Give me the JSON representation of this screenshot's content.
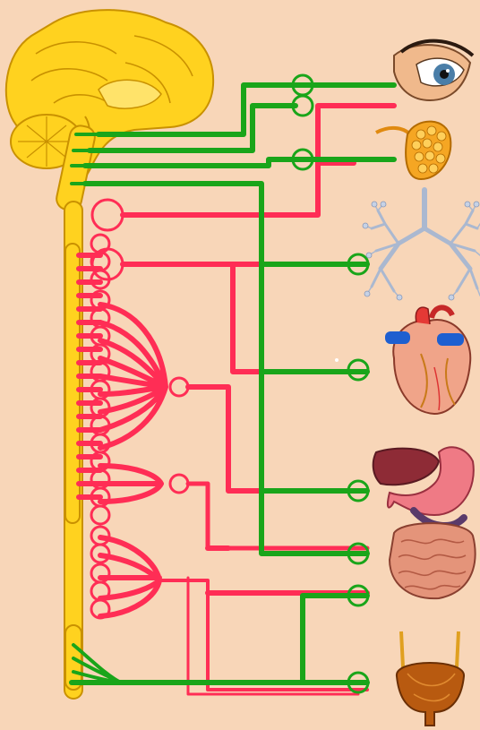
{
  "colors": {
    "background": "#f8d6b8",
    "parasympathetic": "#1aa51a",
    "sympathetic": "#ff2d55",
    "spinal_cord": "#f5c518",
    "ganglion_chain": "#f7d51f"
  },
  "organs": [
    {
      "id": "eye",
      "icon": "eye-icon"
    },
    {
      "id": "salivary-gland",
      "icon": "salivary-gland-icon"
    },
    {
      "id": "lungs",
      "icon": "lungs-icon"
    },
    {
      "id": "heart",
      "icon": "heart-icon"
    },
    {
      "id": "stomach-liver",
      "icon": "stomach-liver-icon"
    },
    {
      "id": "intestines",
      "icon": "intestines-icon"
    },
    {
      "id": "bladder",
      "icon": "bladder-icon"
    }
  ],
  "structures": {
    "brain_icon": "brain-icon",
    "spinal_cord": "spinal-cord",
    "sympathetic_chain": "sympathetic-ganglion-chain",
    "sacral_outflow": "sacral-outflow"
  }
}
